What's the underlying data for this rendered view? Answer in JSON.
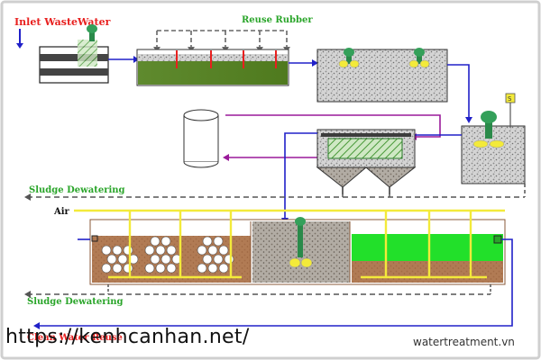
{
  "labels": {
    "inlet": "Inlet WasteWater",
    "reuse_rubber": "Reuse Rubber",
    "sludge_dewatering_top": "Sludge Dewatering",
    "air": "Air",
    "sludge_dewatering_bottom": "Sludge Dewatering",
    "bottom_partial": "Clean Water Reuse",
    "sensor_tag": "S"
  },
  "overlay": {
    "url": "https://kenhcanhan.net/",
    "watermark": "watertreatment.vn"
  },
  "colors": {
    "red_label": "#e8201f",
    "green_label": "#2aa52a",
    "flow_blue": "#2020c8",
    "flow_purple": "#9a1a9a",
    "media_gray": "#bfbfbf",
    "biofilm_brown": "#b06a3a",
    "green_zone": "#22e02a",
    "aerator_yellow": "#f3ea3a"
  }
}
